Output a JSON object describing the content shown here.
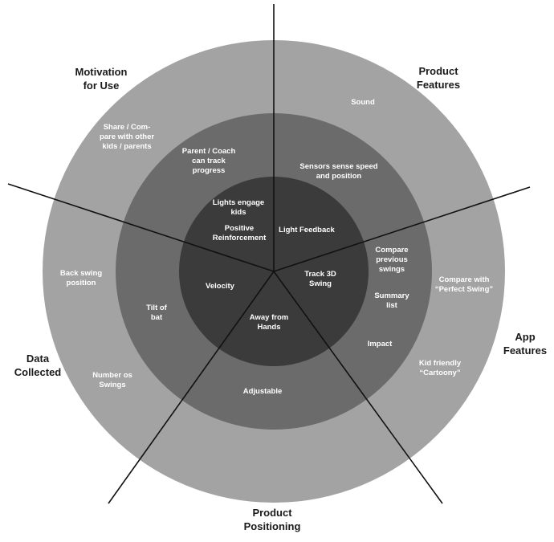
{
  "sectors": [
    {
      "id": "motivation",
      "label_lines": [
        "Motivation",
        "for Use"
      ]
    },
    {
      "id": "product-features",
      "label_lines": [
        "Product",
        "Features"
      ]
    },
    {
      "id": "app-features",
      "label_lines": [
        "App",
        "Features"
      ]
    },
    {
      "id": "product-positioning",
      "label_lines": [
        "Product",
        "Positioning"
      ]
    },
    {
      "id": "data-collected",
      "label_lines": [
        "Data",
        "Collected"
      ]
    }
  ],
  "items": [
    {
      "id": "share-compare",
      "lines": [
        "Share / Com-",
        "pare with other",
        "kids / parents"
      ]
    },
    {
      "id": "parent-coach",
      "lines": [
        "Parent / Coach",
        "can track",
        "progress"
      ]
    },
    {
      "id": "lights-engage",
      "lines": [
        "Lights engage",
        "kids"
      ]
    },
    {
      "id": "positive-reinforcement",
      "lines": [
        "Positive",
        "Reinforcement"
      ]
    },
    {
      "id": "sound",
      "lines": [
        "Sound"
      ]
    },
    {
      "id": "sensors",
      "lines": [
        "Sensors sense speed",
        "and position"
      ]
    },
    {
      "id": "light-feedback",
      "lines": [
        "Light Feedback"
      ]
    },
    {
      "id": "track-3d",
      "lines": [
        "Track 3D",
        "Swing"
      ]
    },
    {
      "id": "compare-previous",
      "lines": [
        "Compare",
        "previous",
        "swings"
      ]
    },
    {
      "id": "summary-list",
      "lines": [
        "Summary",
        "list"
      ]
    },
    {
      "id": "impact",
      "lines": [
        "Impact"
      ]
    },
    {
      "id": "compare-perfect",
      "lines": [
        "Compare with",
        "“Perfect Swing”"
      ]
    },
    {
      "id": "kid-friendly",
      "lines": [
        "Kid friendly",
        "“Cartoony”"
      ]
    },
    {
      "id": "away-from-hands",
      "lines": [
        "Away from",
        "Hands"
      ]
    },
    {
      "id": "adjustable",
      "lines": [
        "Adjustable"
      ]
    },
    {
      "id": "velocity",
      "lines": [
        "Velocity"
      ]
    },
    {
      "id": "tilt-of-bat",
      "lines": [
        "Tilt of",
        "bat"
      ]
    },
    {
      "id": "back-swing",
      "lines": [
        "Back swing",
        "position"
      ]
    },
    {
      "id": "number-swings",
      "lines": [
        "Number os",
        "Swings"
      ]
    }
  ],
  "colors": {
    "outer_ring": "#a3a3a3",
    "middle_ring": "#6b6b6b",
    "inner_circle": "#3b3b3b",
    "divider": "#111111",
    "label_text": "#1a1a1a",
    "item_text": "#ffffff"
  }
}
